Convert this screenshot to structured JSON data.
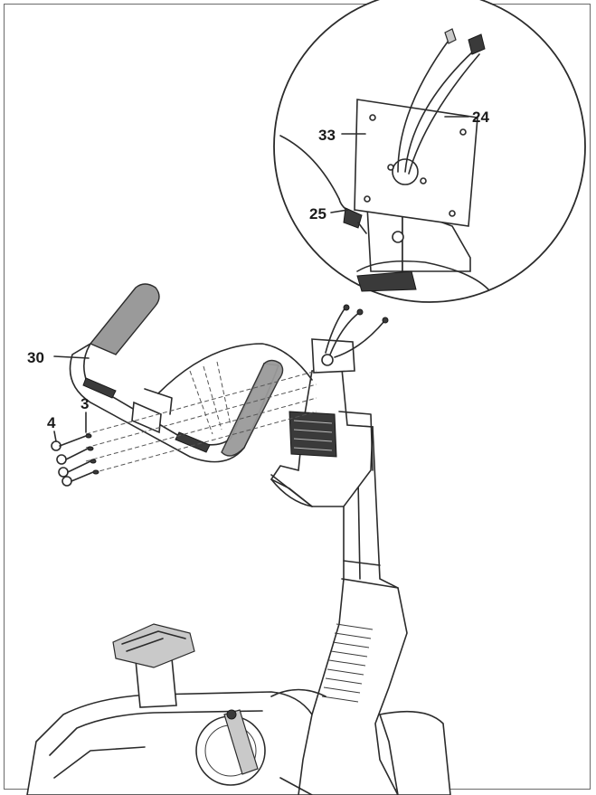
{
  "diagram": {
    "callouts": {
      "part_33": "33",
      "part_24": "24",
      "part_25": "25",
      "part_30": "30",
      "part_3": "3",
      "part_4": "4"
    },
    "colors": {
      "line": "#2b2b2b",
      "grip": "#9a9a9a",
      "frame": "#6a6a6a"
    }
  }
}
